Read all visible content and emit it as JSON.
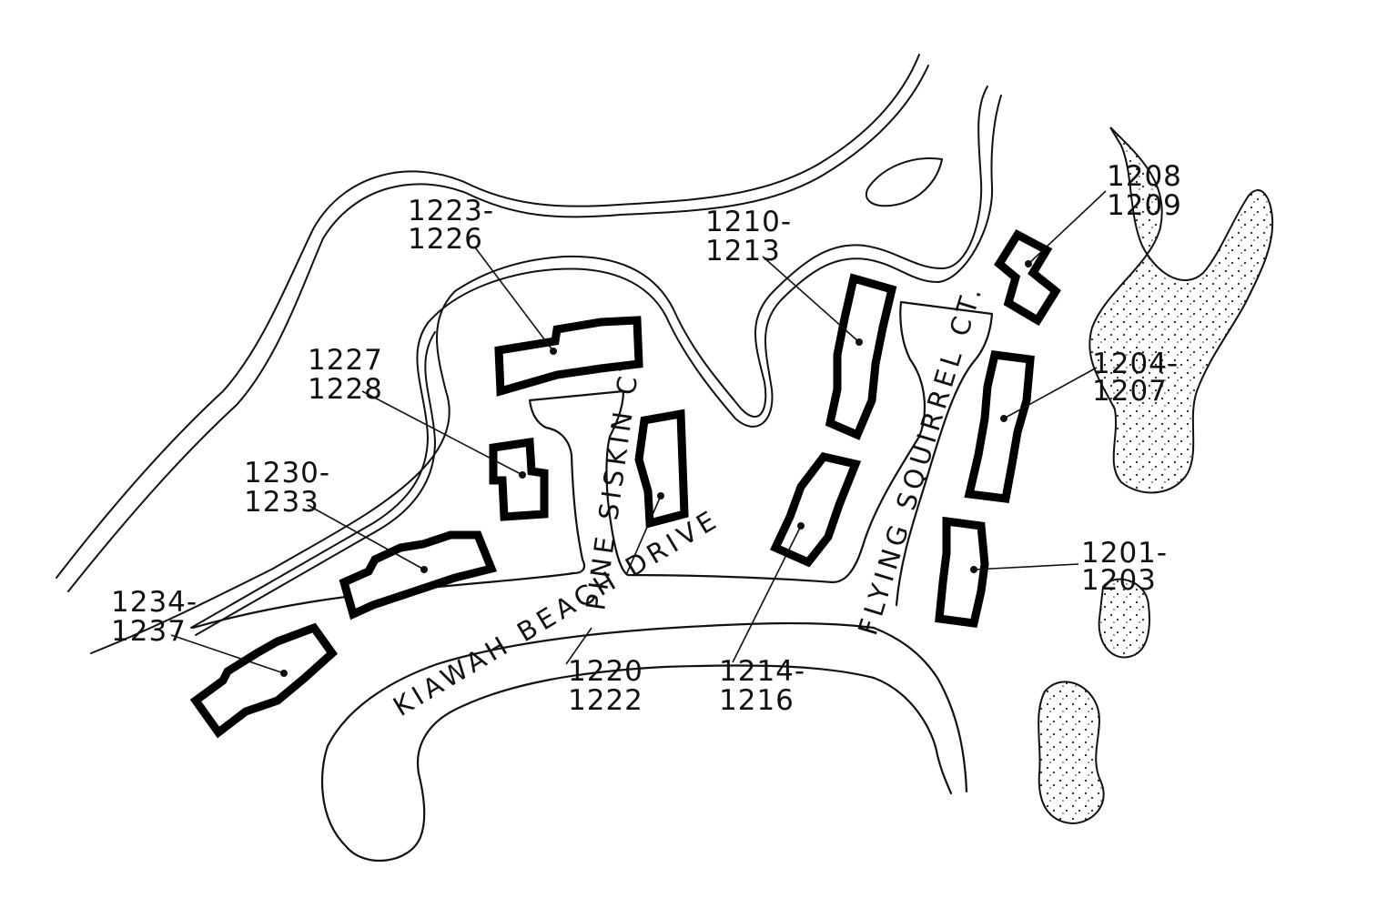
{
  "map": {
    "streets": {
      "kiawah_beach_drive": "KIAWAH BEACH DRIVE",
      "pine_siskin_ct": "PINE SISKIN CT.",
      "flying_squirrel_ct": "FLYING SQUIRREL CT."
    },
    "buildings": {
      "b1201": {
        "line1": "1201-",
        "line2": "1203"
      },
      "b1204": {
        "line1": "1204-",
        "line2": "1207"
      },
      "b1208": {
        "line1": "1208",
        "line2": "1209"
      },
      "b1210": {
        "line1": "1210-",
        "line2": "1213"
      },
      "b1214": {
        "line1": "1214-",
        "line2": "1216"
      },
      "b1220": {
        "line1": "1220",
        "line2": "1222"
      },
      "b1223": {
        "line1": "1223-",
        "line2": "1226"
      },
      "b1227": {
        "line1": "1227",
        "line2": "1228"
      },
      "b1230": {
        "line1": "1230-",
        "line2": "1233"
      },
      "b1234": {
        "line1": "1234-",
        "line2": "1237"
      }
    }
  }
}
